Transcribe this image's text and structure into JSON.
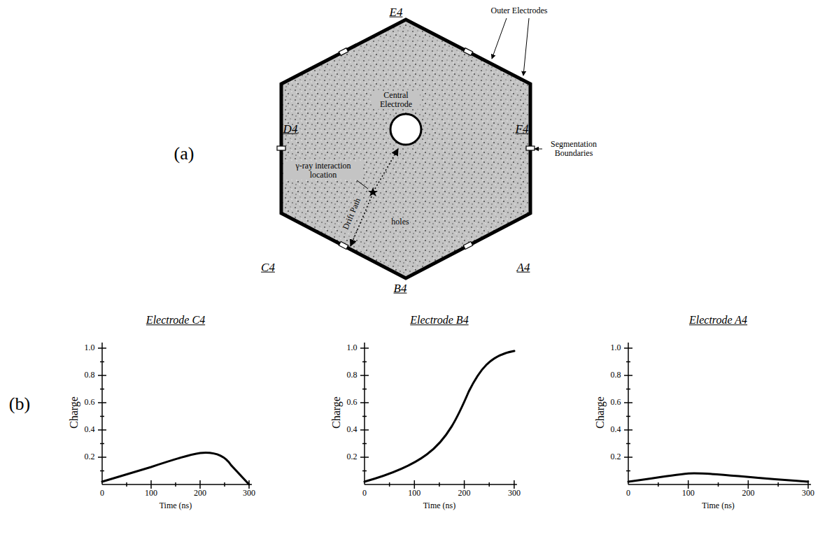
{
  "diagram": {
    "labels": [
      "E4",
      "Outer Electrodes",
      "D4",
      "F4",
      "Central Electrode",
      "Segmentation Boundaries",
      "(a)",
      "γ-ray interaction location",
      "Drift Path",
      "holes",
      "C4",
      "A4",
      "B4",
      "(b)",
      "Electrode C4",
      "1.0",
      "0.8",
      "0.6",
      "0.4",
      "0.2",
      "Charge",
      "0",
      "100",
      "200",
      "300",
      "Time (ns)",
      "Electrode B4",
      "1.0",
      "0.8",
      "0.6",
      "0.4",
      "0.2",
      "Charge",
      "0",
      "100",
      "200",
      "300",
      "Time (ns)",
      "Electrode A4",
      "1.0",
      "0.8",
      "0.6",
      "0.4",
      "0.2",
      "Charge",
      "0",
      "100",
      "200",
      "300",
      "Time (ns)"
    ]
  }
}
